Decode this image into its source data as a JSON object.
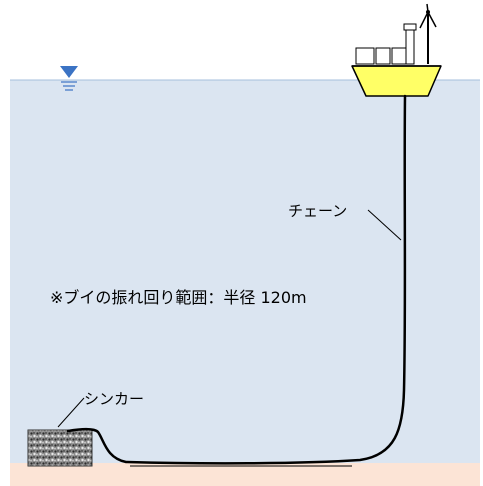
{
  "labels": {
    "chain": "チェーン",
    "sinker": "シンカー",
    "note": "※ブイの振れ回り範囲：半径 120m"
  },
  "colors": {
    "water": "#dbe5f1",
    "surface_line": "#a6bfdc",
    "seabed": "#fce4d6",
    "buoy_hull": "#ffff66",
    "water_level_marker": "#3b73c4",
    "chain": "#000000"
  },
  "icons": {
    "water_level": "water-level-icon",
    "buoy": "buoy-icon",
    "wind_turbine": "wind-turbine-icon",
    "sinker": "sinker-block-icon"
  }
}
